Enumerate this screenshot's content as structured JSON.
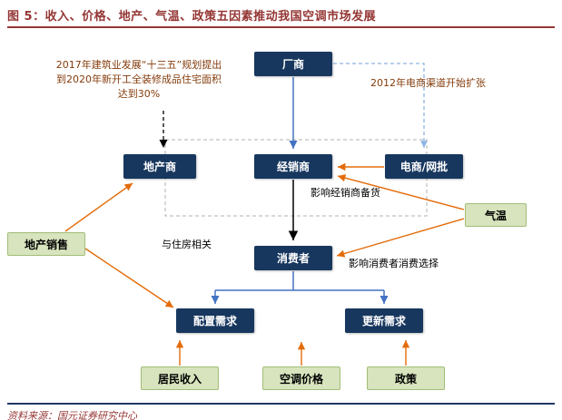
{
  "figure": {
    "title": "图 5：收入、价格、地产、气温、政策五因素推动我国空调市场发展",
    "source": "资料来源：国元证券研究中心"
  },
  "nodes": {
    "manufacturer": {
      "label": "厂商",
      "type": "blue"
    },
    "developer": {
      "label": "地产商",
      "type": "blue"
    },
    "distributor": {
      "label": "经销商",
      "type": "blue"
    },
    "ecommerce": {
      "label": "电商/网批",
      "type": "blue"
    },
    "temperature": {
      "label": "气温",
      "type": "green"
    },
    "property_sales": {
      "label": "地产销售",
      "type": "green"
    },
    "consumer": {
      "label": "消费者",
      "type": "blue"
    },
    "config_demand": {
      "label": "配置需求",
      "type": "blue"
    },
    "renewal_demand": {
      "label": "更新需求",
      "type": "blue"
    },
    "resident_income": {
      "label": "居民收入",
      "type": "green"
    },
    "ac_price": {
      "label": "空调价格",
      "type": "green"
    },
    "policy": {
      "label": "政策",
      "type": "green"
    }
  },
  "annotations": {
    "construction_plan_2017": "2017年建筑业发展“十三五”规划提出到2020年新开工全装修成品住宅面积达到30%",
    "ecommerce_2012": "2012年电商渠道开始扩张",
    "distributor_stocking": "影响经销商备货",
    "housing_related": "与住房相关",
    "consumer_choice": "影响消费者消费选择"
  },
  "edges": [
    {
      "from": "manufacturer",
      "to": "distributor",
      "style": "solid-blue"
    },
    {
      "from": "manufacturer",
      "to": "ecommerce",
      "style": "dashed-light-blue",
      "note": "2012年电商渠道开始扩张"
    },
    {
      "from": "construction_plan_2017",
      "to": "developer",
      "style": "dashed-black"
    },
    {
      "from": "ecommerce",
      "to": "distributor",
      "style": "solid-orange"
    },
    {
      "from": "temperature",
      "to": "distributor",
      "style": "solid-orange",
      "note": "影响经销商备货"
    },
    {
      "from": "temperature",
      "to": "consumer",
      "style": "solid-orange",
      "note": "影响消费者消费选择"
    },
    {
      "from": "distributor",
      "to": "consumer",
      "style": "solid-black"
    },
    {
      "from": "consumer",
      "to": "config_demand",
      "style": "solid-blue"
    },
    {
      "from": "consumer",
      "to": "renewal_demand",
      "style": "solid-blue"
    },
    {
      "from": "property_sales",
      "to": "developer",
      "style": "solid-orange"
    },
    {
      "from": "property_sales",
      "to": "config_demand",
      "style": "solid-orange",
      "note": "与住房相关"
    },
    {
      "from": "resident_income",
      "to": "config_demand",
      "style": "solid-orange"
    },
    {
      "from": "ac_price",
      "to": "demand",
      "style": "solid-orange"
    },
    {
      "from": "policy",
      "to": "renewal_demand",
      "style": "solid-orange"
    }
  ],
  "colors": {
    "node_dark_blue": "#17375E",
    "node_green_bg": "#D7E4BD",
    "node_green_border": "#A3BD78",
    "arrow_orange": "#E36C0A",
    "arrow_blue": "#4472C4",
    "arrow_black": "#000000",
    "arrow_light_blue": "#8DB4E2",
    "title_red": "#943634",
    "annotation_brown_red": "#843C0C",
    "bottom_rule_navy": "#1F3864"
  }
}
